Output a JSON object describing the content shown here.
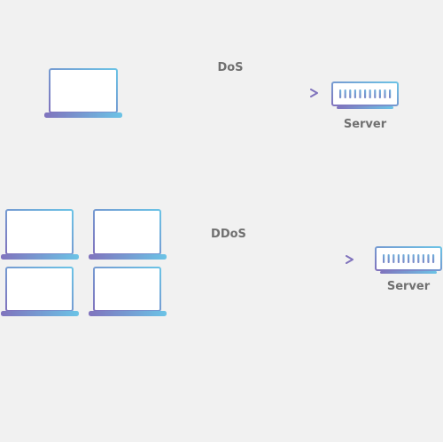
{
  "colors": {
    "background": "#f1f1f1",
    "gradient_start": "#8073bd",
    "gradient_end": "#6bc3e6",
    "label_text": "#707070",
    "screen_fill": "#ffffff"
  },
  "dos": {
    "label": "DoS",
    "source_icons": [
      "laptop-icon"
    ],
    "target_icon": "server-icon",
    "server_label": "Server"
  },
  "ddos": {
    "label": "DDoS",
    "source_icons": [
      "laptop-icon",
      "laptop-icon",
      "laptop-icon",
      "laptop-icon"
    ],
    "target_icon": "server-icon",
    "server_label": "Server"
  }
}
